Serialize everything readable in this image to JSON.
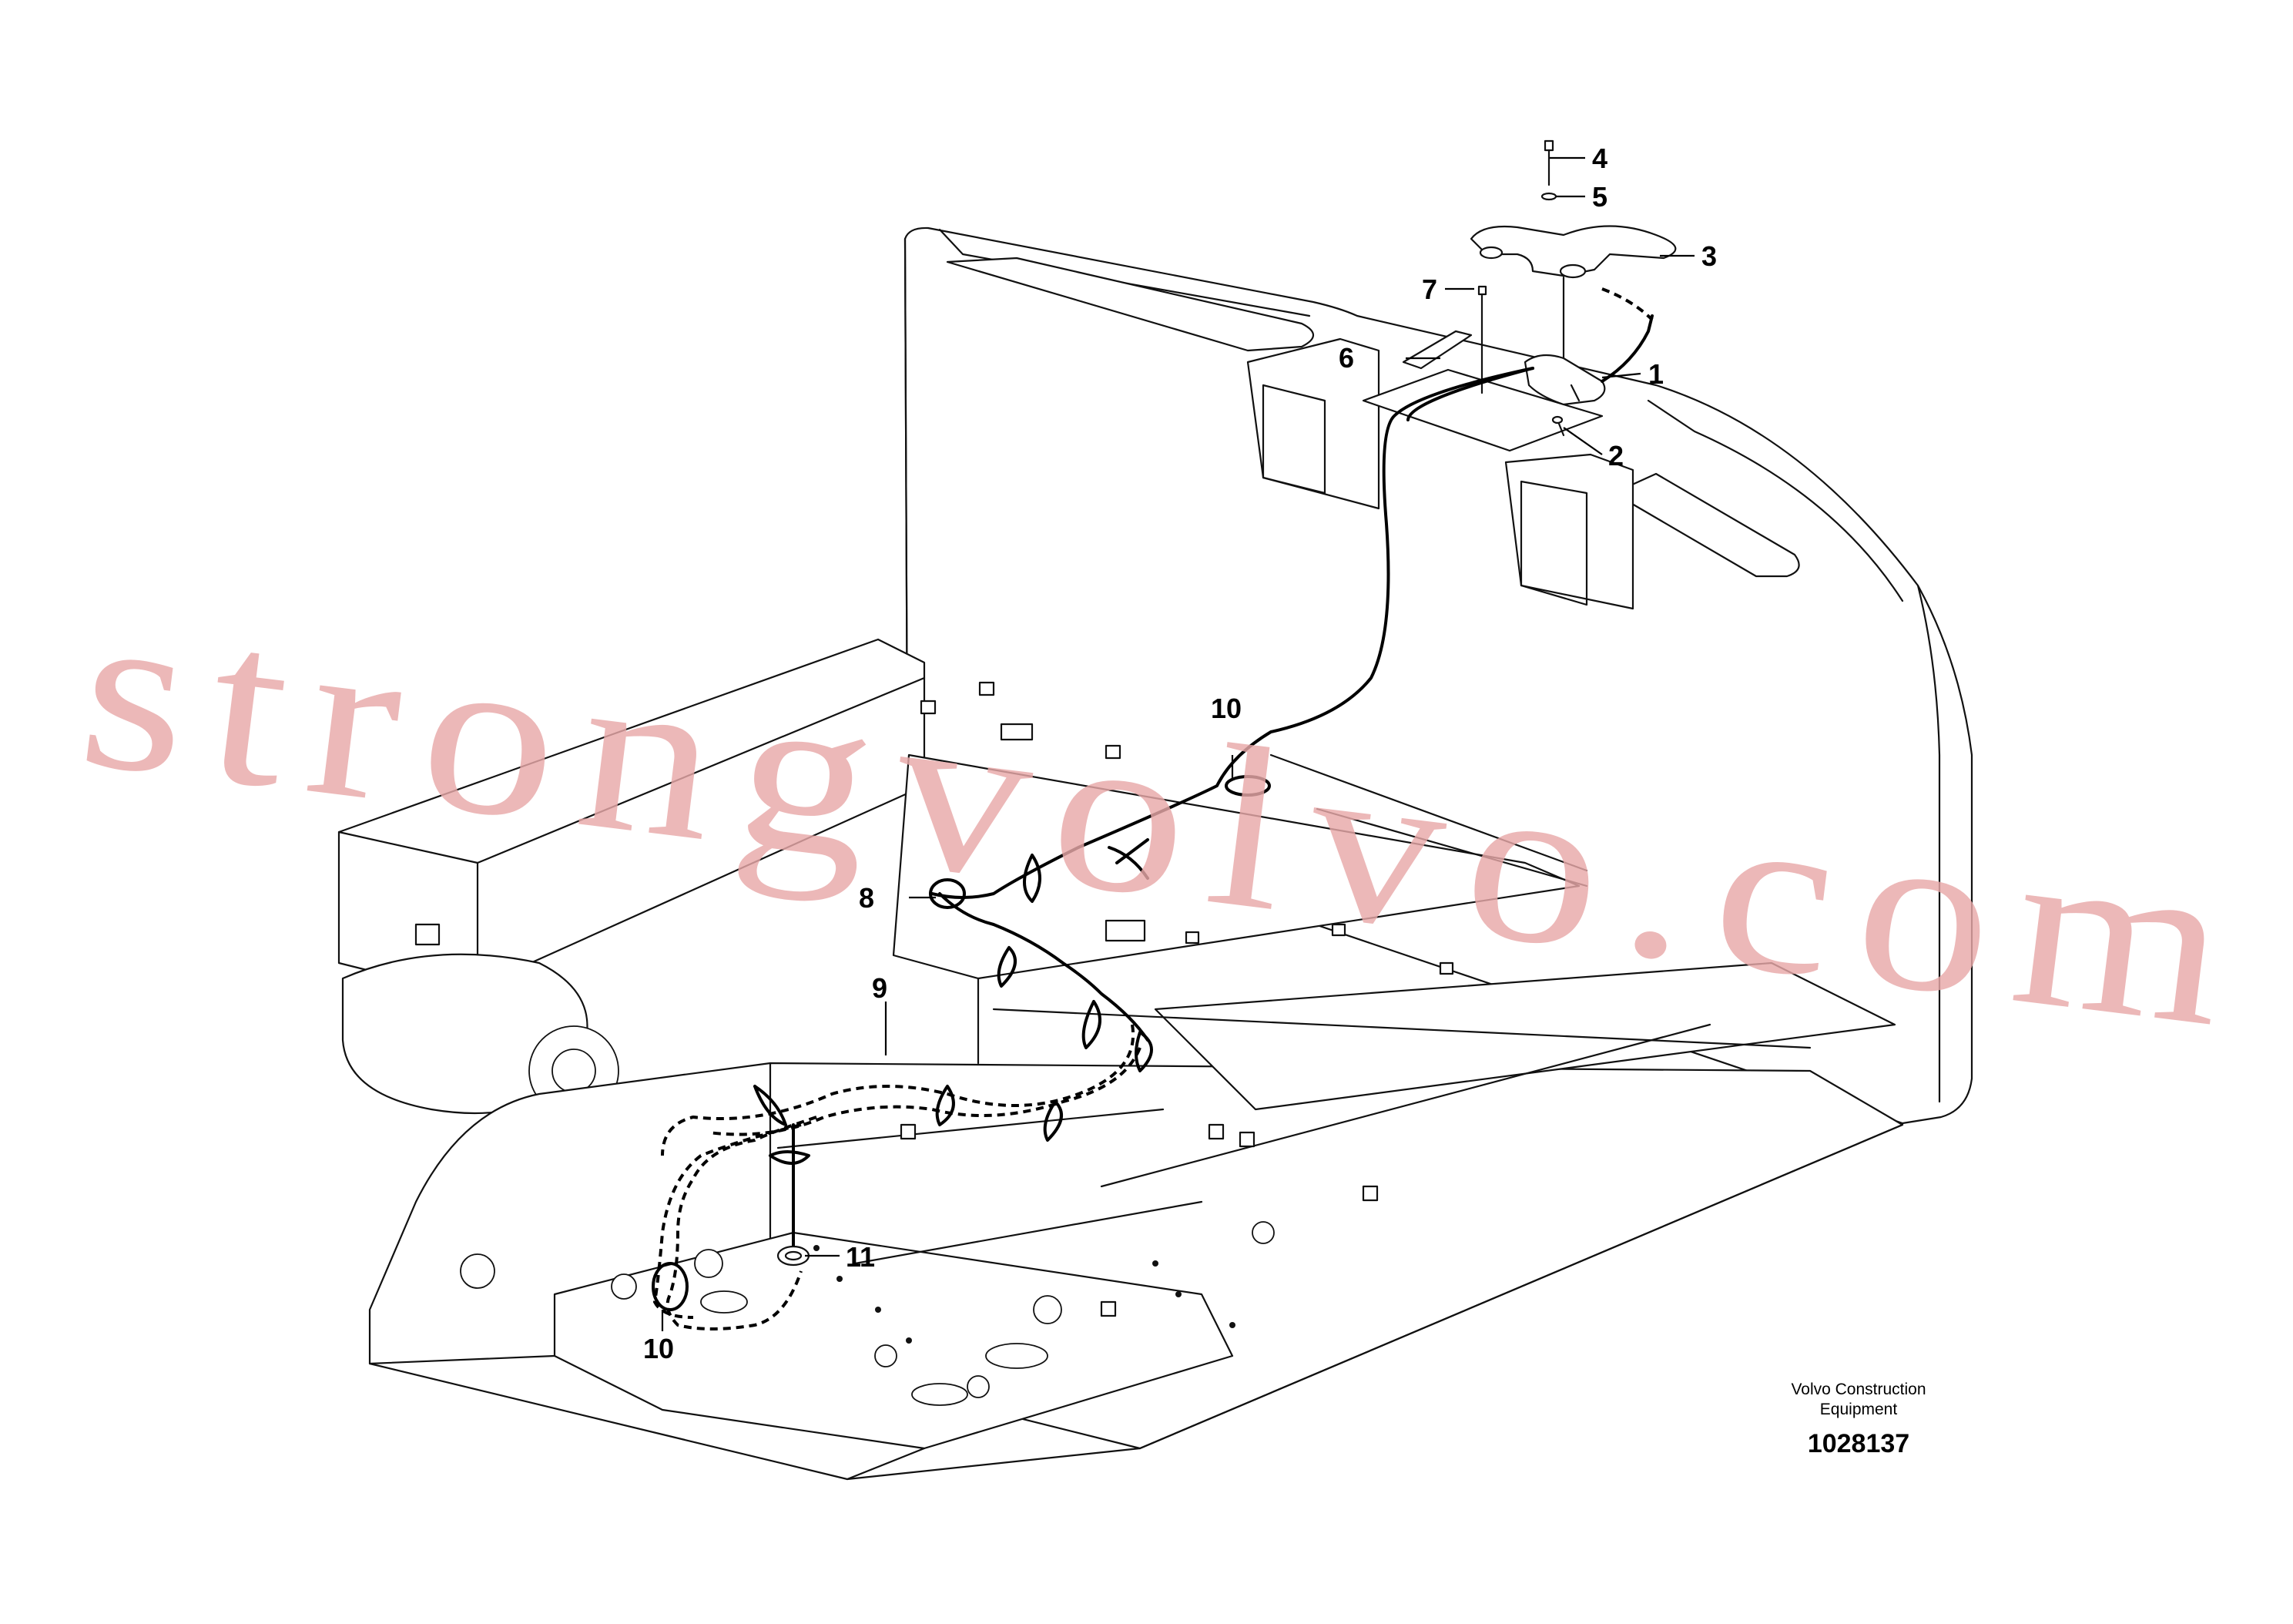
{
  "callouts": {
    "c1": "1",
    "c2": "2",
    "c3": "3",
    "c4": "4",
    "c5": "5",
    "c6": "6",
    "c7": "7",
    "c8": "8",
    "c9": "9",
    "c10_top": "10",
    "c10_bottom": "10",
    "c11": "11"
  },
  "caption": {
    "line1": "Volvo Construction",
    "line2": "Equipment",
    "doc_number": "1028137"
  },
  "watermark": {
    "text": "strongvolvo.com",
    "color": "#e8a8a8"
  }
}
